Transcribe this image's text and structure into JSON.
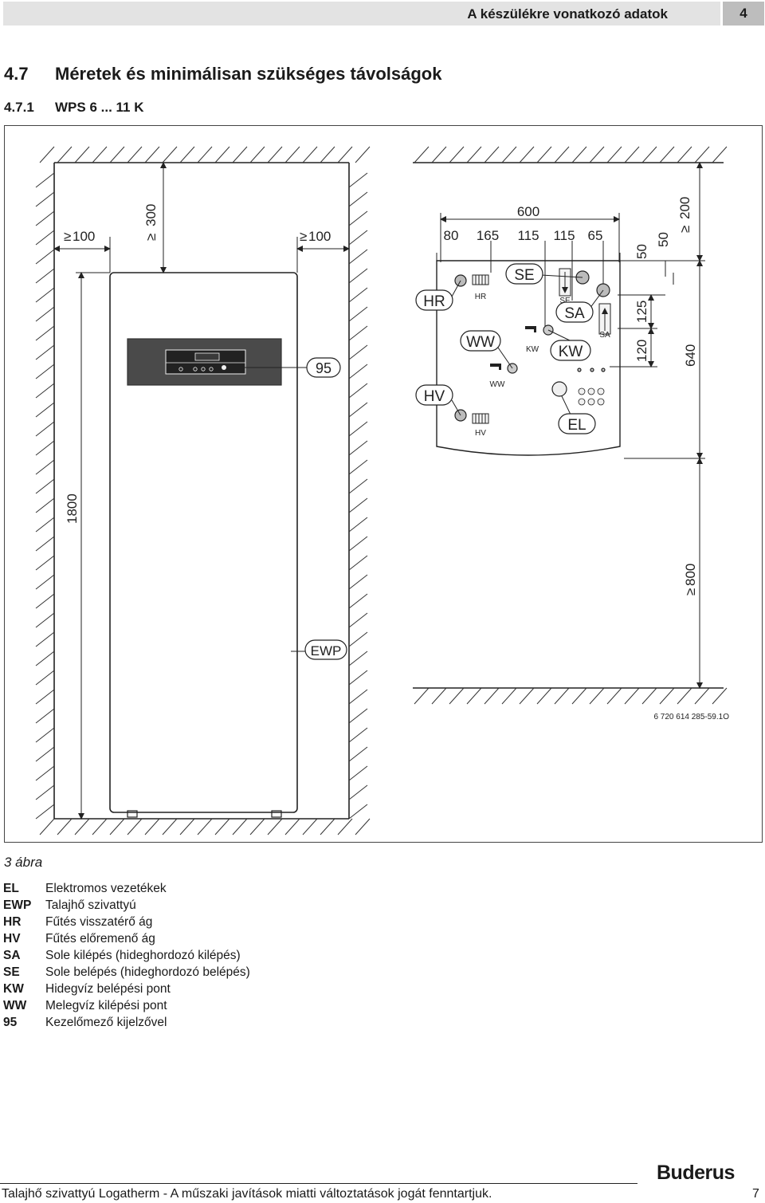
{
  "header": {
    "title": "A készülékre vonatkozó adatok",
    "chapter": "4"
  },
  "section": {
    "number": "4.7",
    "title": "Méretek és minimálisan szükséges távolságok"
  },
  "subsection": {
    "number": "4.7.1",
    "title": "WPS 6 ... 11 K"
  },
  "figure": {
    "dims": {
      "left_clearance": "100",
      "top_clearance": "300",
      "right_clearance": "100",
      "height": "1800",
      "width": "600",
      "w1": "80",
      "w2": "165",
      "w3": "115",
      "w4": "115",
      "w5": "65",
      "top_clearance_right": "200",
      "v1": "50",
      "v2": "50",
      "v3": "125",
      "v4": "120",
      "depth": "640",
      "front_clearance": "800"
    },
    "callouts": {
      "panel": "95",
      "unit": "EWP",
      "hr": "HR",
      "hv": "HV",
      "ww": "WW",
      "se": "SE",
      "sa": "SA",
      "kw": "KW",
      "el": "EL"
    },
    "small_labels": {
      "hr": "HR",
      "hv": "HV",
      "ww": "WW",
      "kw": "KW",
      "se": "SE",
      "sa": "SA"
    },
    "code": "6 720 614 285-59.1O",
    "label": "3 ábra"
  },
  "legend": [
    {
      "code": "EL",
      "text": "Elektromos vezetékek"
    },
    {
      "code": "EWP",
      "text": "Talajhő szivattyú"
    },
    {
      "code": "HR",
      "text": "Fűtés visszatérő ág"
    },
    {
      "code": "HV",
      "text": "Fűtés előremenő ág"
    },
    {
      "code": "SA",
      "text": "Sole kilépés (hideghordozó kilépés)"
    },
    {
      "code": "SE",
      "text": "Sole belépés (hideghordozó belépés)"
    },
    {
      "code": "KW",
      "text": "Hidegvíz belépési pont"
    },
    {
      "code": "WW",
      "text": "Melegvíz kilépési pont"
    },
    {
      "code": "95",
      "text": "Kezelőmező kijelzővel"
    }
  ],
  "footer": {
    "text": "Talajhő szivattyú Logatherm - A műszaki javítások miatti változtatások jogát fenntartjuk.",
    "page": "7",
    "brand": "Buderus"
  }
}
